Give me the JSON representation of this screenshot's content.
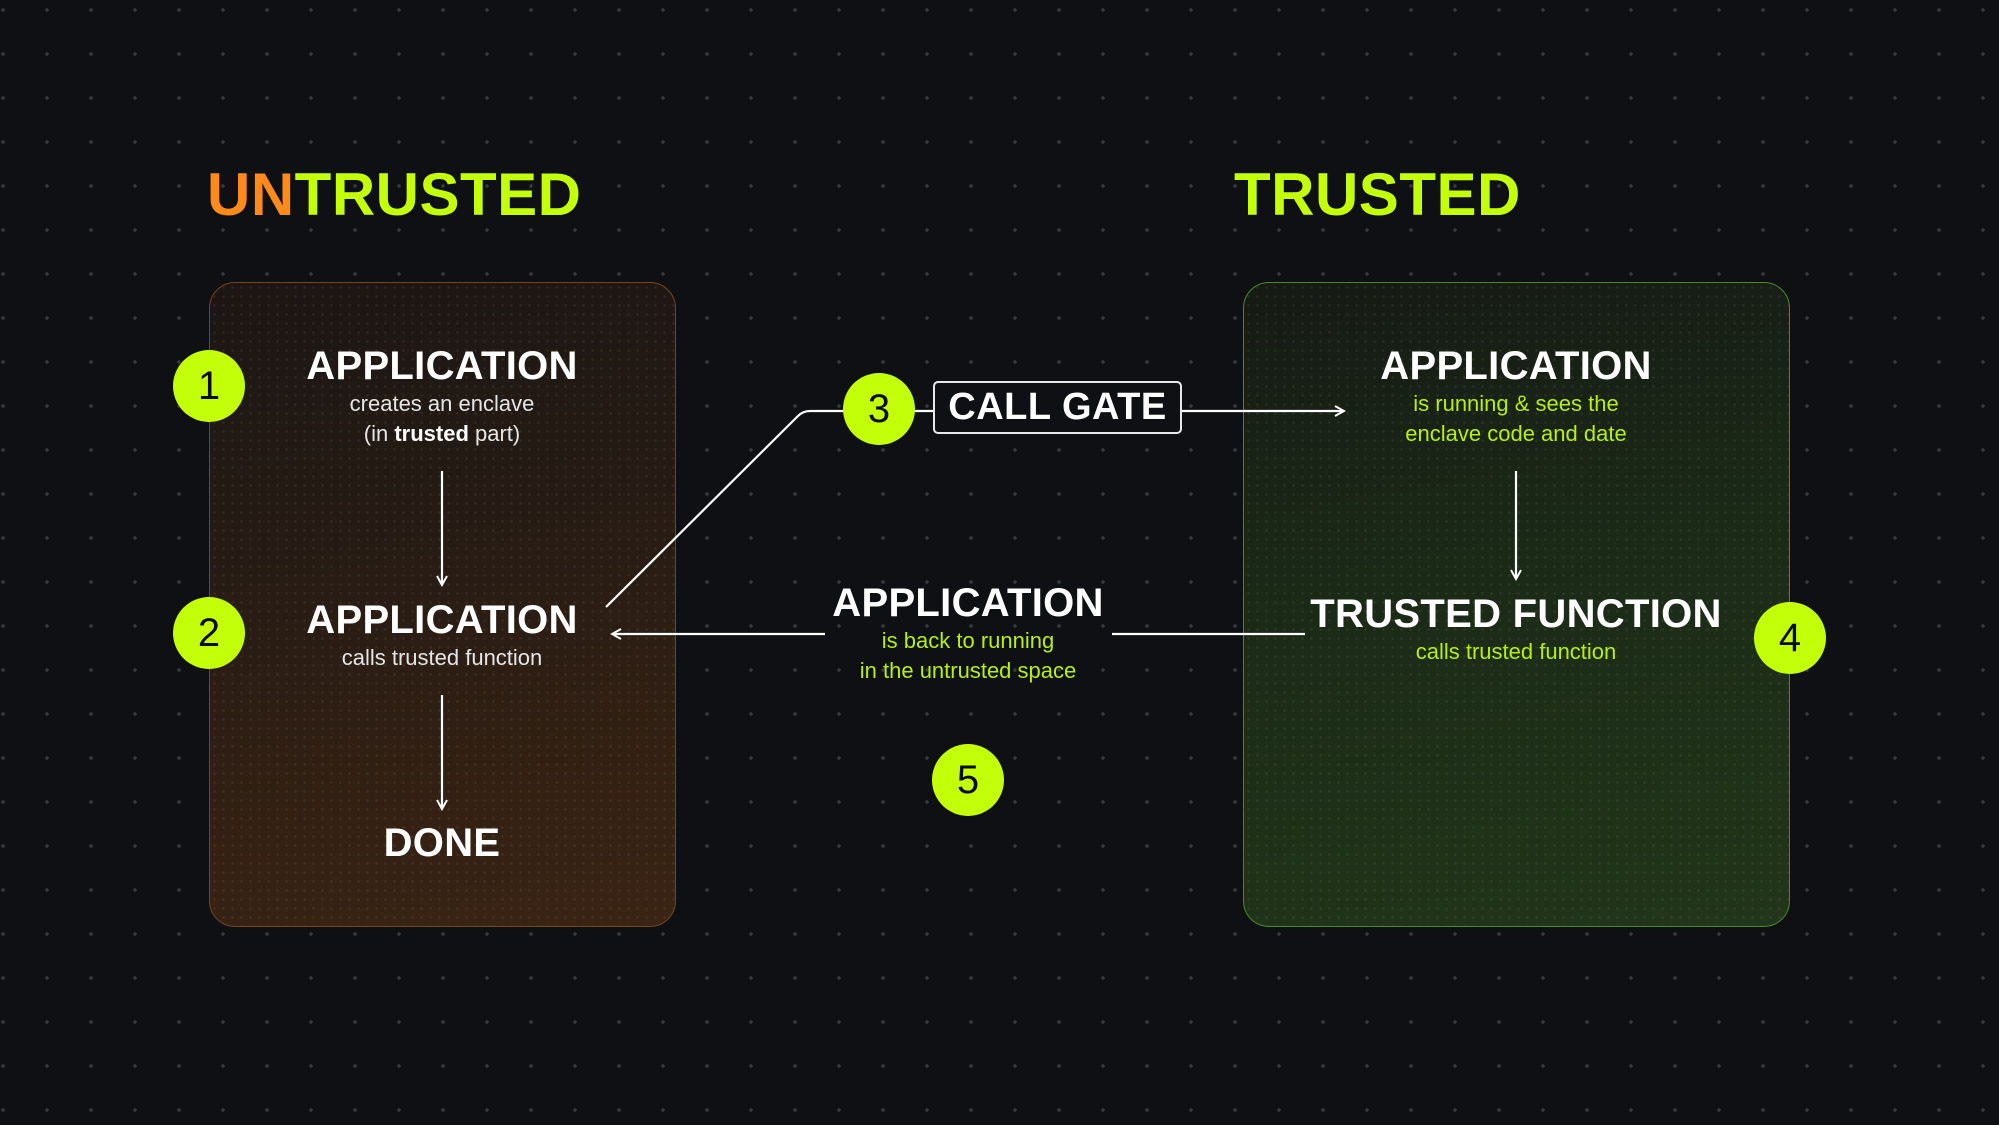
{
  "titles": {
    "untrusted_prefix": "UN",
    "untrusted_suffix": "TRUSTED",
    "trusted": "TRUSTED"
  },
  "colors": {
    "accent_lime": "#c4ff0a",
    "accent_orange": "#ff8a1c",
    "background": "#0f1013"
  },
  "untrusted": {
    "node1": {
      "title": "APPLICATION",
      "line1": "creates an enclave",
      "line2_prefix": "(in ",
      "line2_bold": "trusted",
      "line2_suffix": " part)"
    },
    "node2": {
      "title": "APPLICATION",
      "line1": "calls trusted function"
    },
    "done": "DONE"
  },
  "trusted": {
    "node1": {
      "title": "APPLICATION",
      "line1": "is running & sees the",
      "line2": "enclave code and date"
    },
    "node2": {
      "title": "TRUSTED FUNCTION",
      "line1": "calls trusted function"
    }
  },
  "middle": {
    "call_gate": "CALL GATE",
    "return_node": {
      "title": "APPLICATION",
      "line1": "is back to running",
      "line2": "in the untrusted space"
    }
  },
  "steps": [
    "1",
    "2",
    "3",
    "4",
    "5"
  ]
}
